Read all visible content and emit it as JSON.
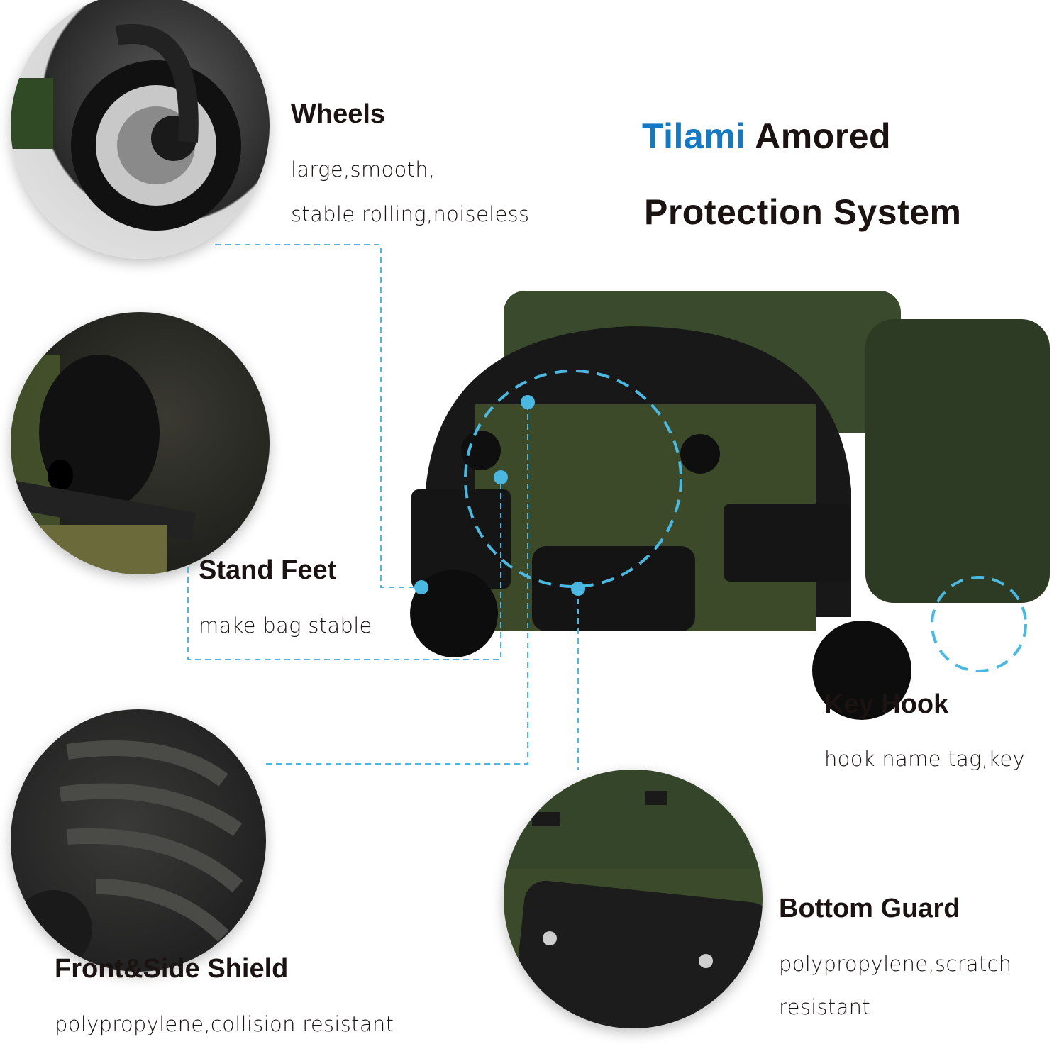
{
  "header": {
    "brand": "Tilami",
    "title_line1_rest": " Amored",
    "title_line2": "Protection System"
  },
  "features": [
    {
      "title": "Wheels",
      "desc": [
        "large,smooth,",
        "stable rolling,noiseless"
      ],
      "icon": "wheel-closeup"
    },
    {
      "title": "Stand Feet",
      "desc": [
        "make bag stable"
      ],
      "icon": "stand-foot-closeup"
    },
    {
      "title": "Front&Side Shield",
      "desc": [
        "polypropylene,collision resistant"
      ],
      "icon": "shield-closeup"
    },
    {
      "title": "Key Hook",
      "desc": [
        "hook name tag,key"
      ],
      "icon": "key-hook"
    },
    {
      "title": "Bottom Guard",
      "desc": [
        "polypropylene,scratch",
        "resistant"
      ],
      "icon": "bottom-guard-closeup"
    }
  ],
  "colors": {
    "brand_blue": "#1279c2",
    "callout_blue": "#4ab8e0",
    "text_dark": "#1a1311",
    "camo_green": "#3a4a2c"
  }
}
